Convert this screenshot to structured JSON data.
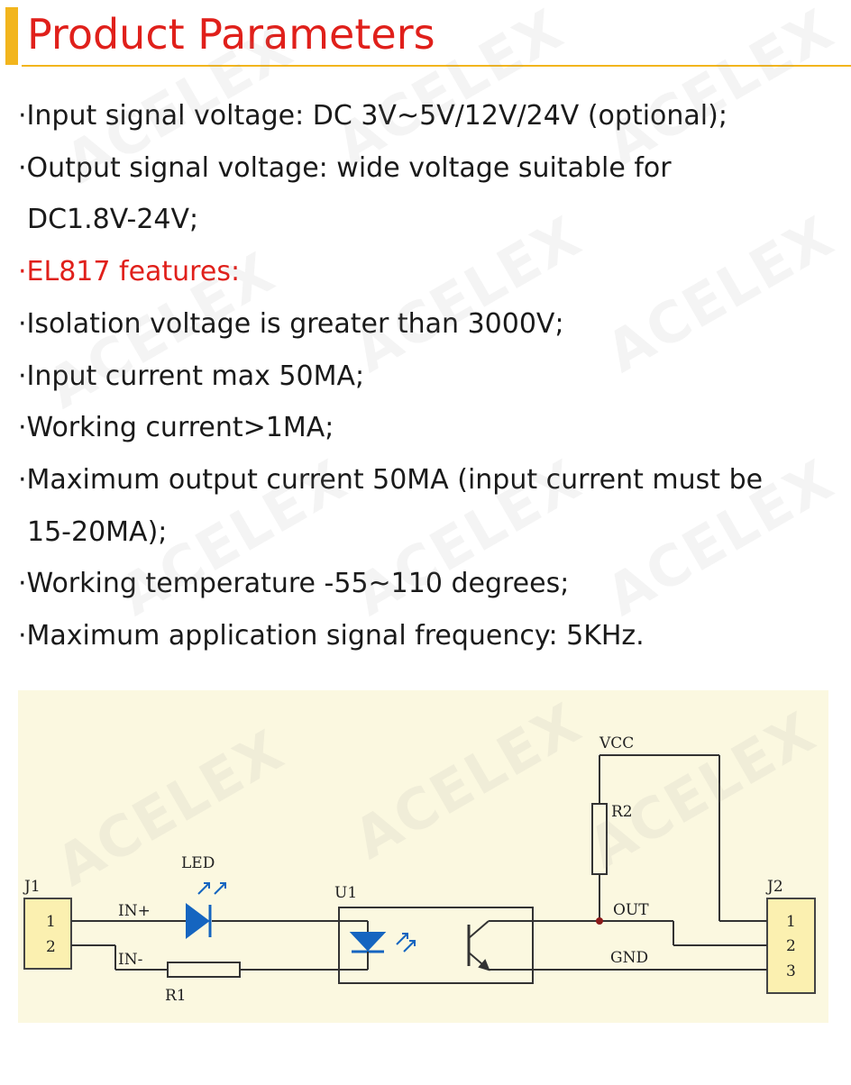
{
  "header": {
    "title": "Product Parameters"
  },
  "params": [
    {
      "text": "·Input signal voltage: DC 3V~5V/12V/24V (optional);",
      "cont": ""
    },
    {
      "text": "·Output signal voltage: wide voltage suitable for",
      "cont": "DC1.8V-24V;"
    },
    {
      "text": "·EL817 features:",
      "cont": "",
      "highlight": true
    },
    {
      "text": "·Isolation voltage is greater than 3000V;",
      "cont": ""
    },
    {
      "text": "·Input current max 50MA;",
      "cont": ""
    },
    {
      "text": "·Working current>1MA;",
      "cont": ""
    },
    {
      "text": "·Maximum output current 50MA (input current must be",
      "cont": "15-20MA);"
    },
    {
      "text": "·Working temperature -55~110 degrees;",
      "cont": ""
    },
    {
      "text": "·Maximum application signal frequency: 5KHz.",
      "cont": ""
    }
  ],
  "schematic": {
    "j1": {
      "label": "J1",
      "pins": [
        "1",
        "2"
      ]
    },
    "j2": {
      "label": "J2",
      "pins": [
        "1",
        "2",
        "3"
      ]
    },
    "led_label": "LED",
    "u1_label": "U1",
    "r1_label": "R1",
    "r2_label": "R2",
    "in_plus": "IN+",
    "in_minus": "IN-",
    "vcc": "VCC",
    "out": "OUT",
    "gnd": "GND"
  },
  "watermark": "ACELEX",
  "colors": {
    "accent_red": "#e0201b",
    "accent_gold": "#f2b51d",
    "schematic_bg": "#fbf8e0"
  }
}
